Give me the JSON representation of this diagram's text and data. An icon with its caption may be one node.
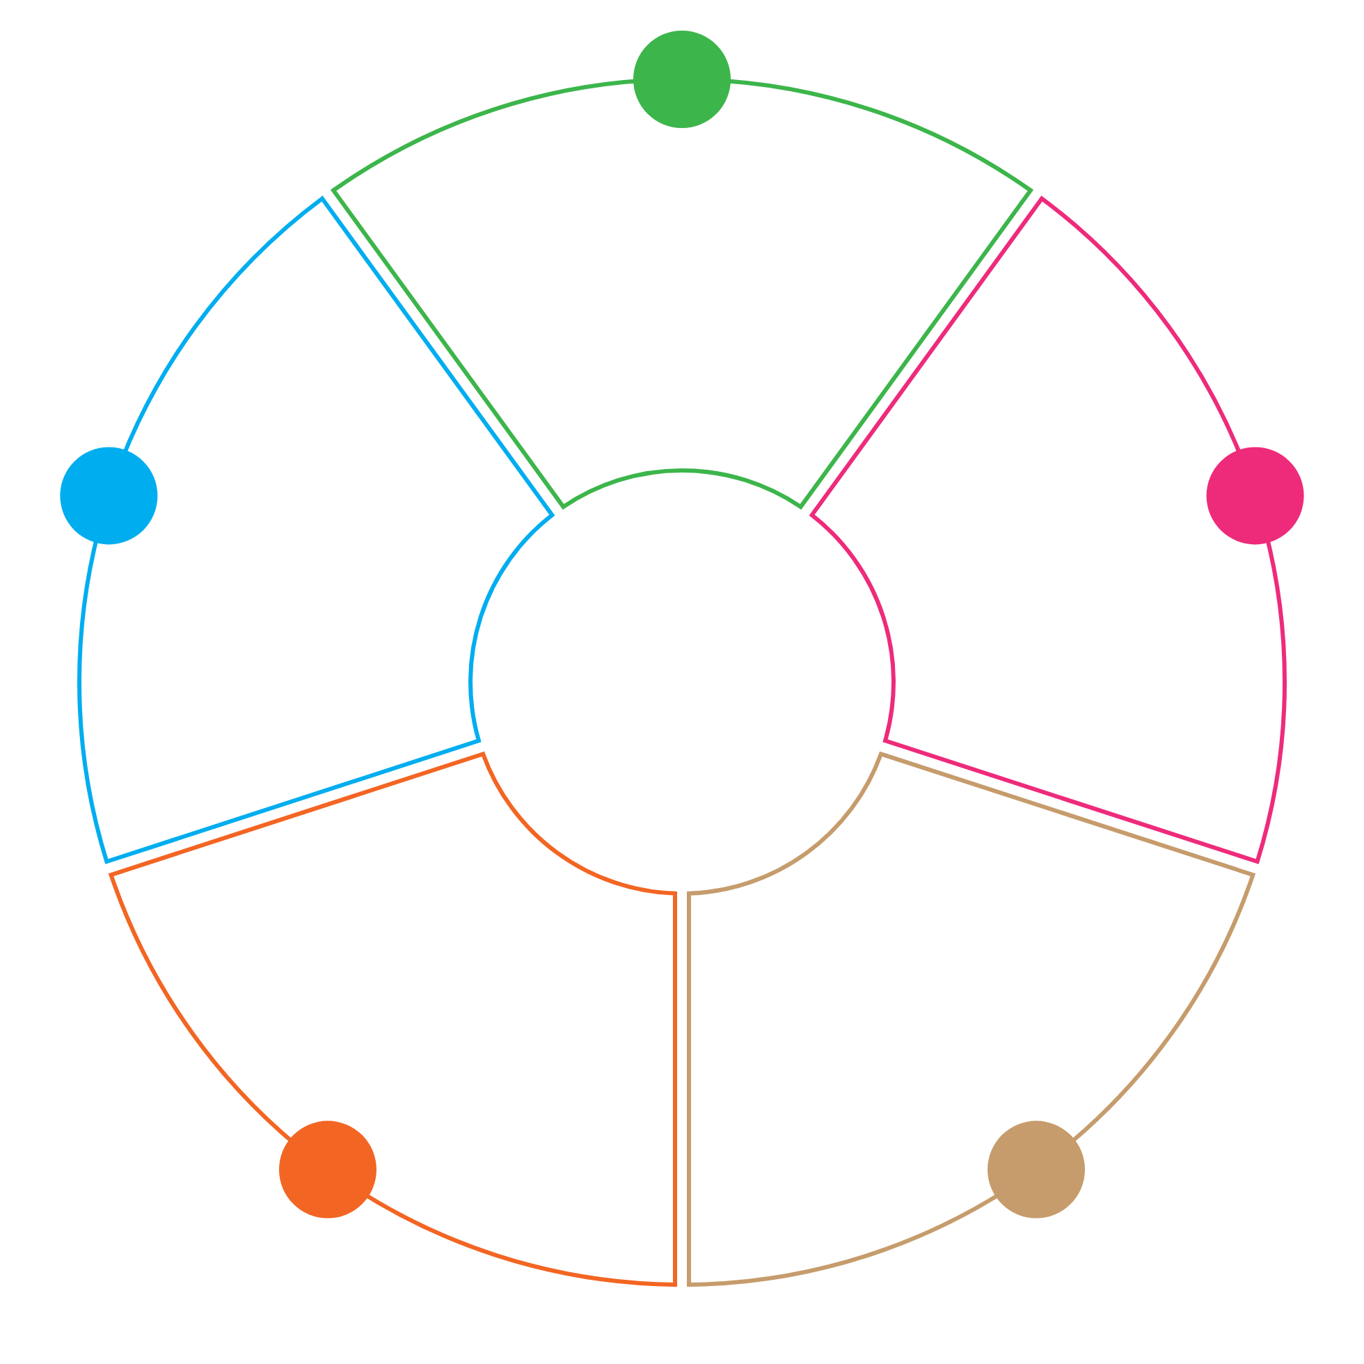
{
  "diagram": {
    "nodes": [
      {
        "text": [],
        "shape": "sector"
      },
      {
        "text": [],
        "shape": "sector"
      },
      {
        "text": [],
        "shape": "sector"
      },
      {
        "text": [],
        "shape": "sector"
      },
      {
        "text": [],
        "shape": "sector"
      },
      {
        "text": [],
        "shape": "circle"
      },
      {
        "text": [],
        "shape": "circle"
      },
      {
        "text": [],
        "shape": "circle"
      },
      {
        "text": [],
        "shape": "circle"
      },
      {
        "text": [],
        "shape": "circle"
      }
    ]
  }
}
